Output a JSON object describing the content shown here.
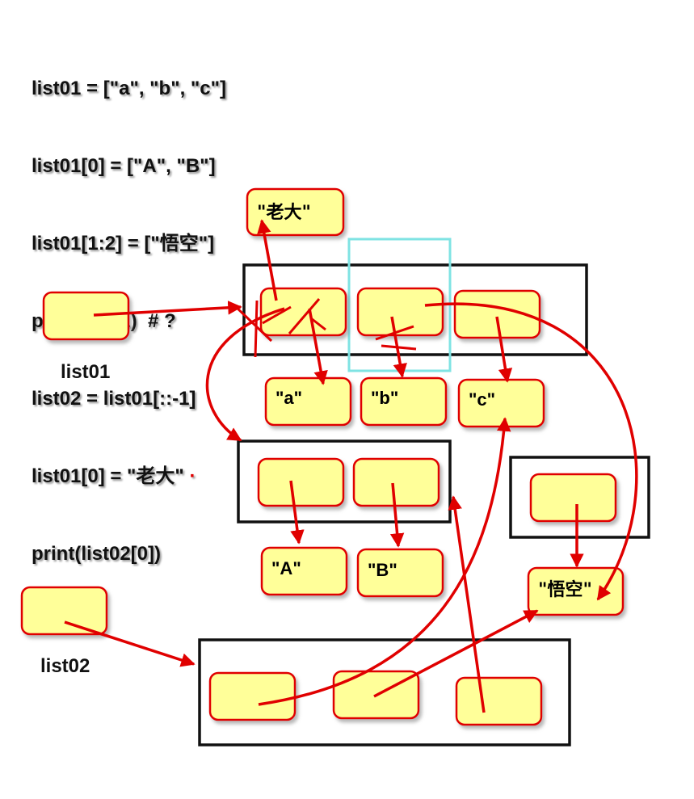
{
  "code": {
    "lines": [
      "list01 = [\"a\", \"b\", \"c\"]",
      "list01[0] = [\"A\", \"B\"]",
      "list01[1:2] = [\"悟空\"]",
      "print(list01)  # ?",
      "list02 = list01[::-1]",
      "list01[0] = \"老大\"",
      "print(list02[0])"
    ]
  },
  "variables": {
    "list01": "list01",
    "list02": "list02"
  },
  "values": {
    "laoda": "\"老大\"",
    "a": "\"a\"",
    "b": "\"b\"",
    "c": "\"c\"",
    "A": "\"A\"",
    "B": "\"B\"",
    "wukong": "\"悟空\""
  },
  "colors": {
    "cell_fill": "#ffff99",
    "cell_border": "#e00000",
    "arrow": "#e00000",
    "frame": "#111111",
    "selection": "#7fe3e3"
  }
}
